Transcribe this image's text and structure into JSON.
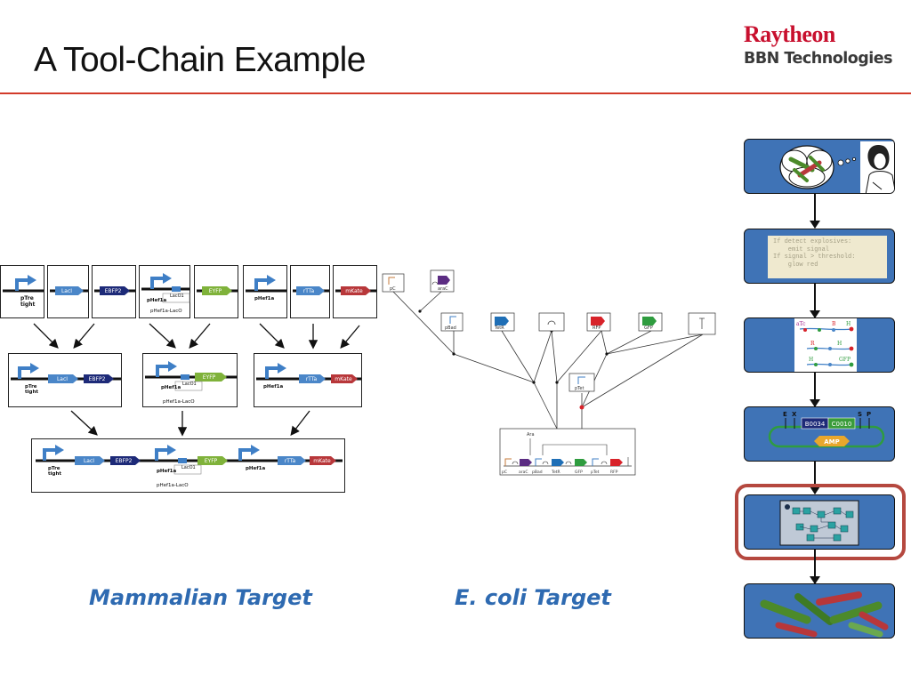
{
  "slide": {
    "title": "A Tool-Chain Example",
    "logo_line1": "Raytheon",
    "logo_line2": "BBN Technologies"
  },
  "targets": {
    "mammalian_label": "Mammalian Target",
    "ecoli_label": "E. coli Target"
  },
  "mammalian": {
    "promoter1_line1": "pTre",
    "promoter1_line2": "tight",
    "gene_lacI": "LacI",
    "gene_ebfp2": "EBFP2",
    "promoter_hef": "pHef1a",
    "operator_laco1": "LacO1",
    "hybrid_promoter": "pHef1a-LacO",
    "gene_eyfp": "EYFP",
    "gene_rtta": "rTTa",
    "gene_mkate": "mKate"
  },
  "ecoli": {
    "part_pc": "pC",
    "part_arac": "araC",
    "part_pbad": "pBad",
    "part_tetr": "TetR",
    "part_rfp": "RFP",
    "part_gfp": "GFP",
    "part_ptet": "pTet",
    "signal_ara": "Ara"
  },
  "pipeline": {
    "code_lines": [
      "If detect explosives:",
      "    emit signal",
      "If signal > threshold:",
      "    glow red"
    ],
    "network_labels": {
      "atc": "aTc",
      "b": "B",
      "h": "H",
      "r": "R",
      "gfp": "GFP"
    },
    "assembly": {
      "site_e": "E",
      "site_x": "X",
      "site_s": "S",
      "site_p": "P",
      "part1": "B0034",
      "part2": "C0010",
      "marker": "AMP"
    }
  },
  "colors": {
    "accent_red": "#d23a2a",
    "brand_red": "#c8102e",
    "target_blue": "#2e6ab1",
    "panel_blue": "#3f73b6",
    "highlight": "#b5483f",
    "gene_blue": "#4a86c8",
    "gene_navy": "#1d2a78",
    "gene_green": "#7fb23a",
    "gene_red": "#b8373a",
    "promoter_blue": "#3f7fc6"
  }
}
